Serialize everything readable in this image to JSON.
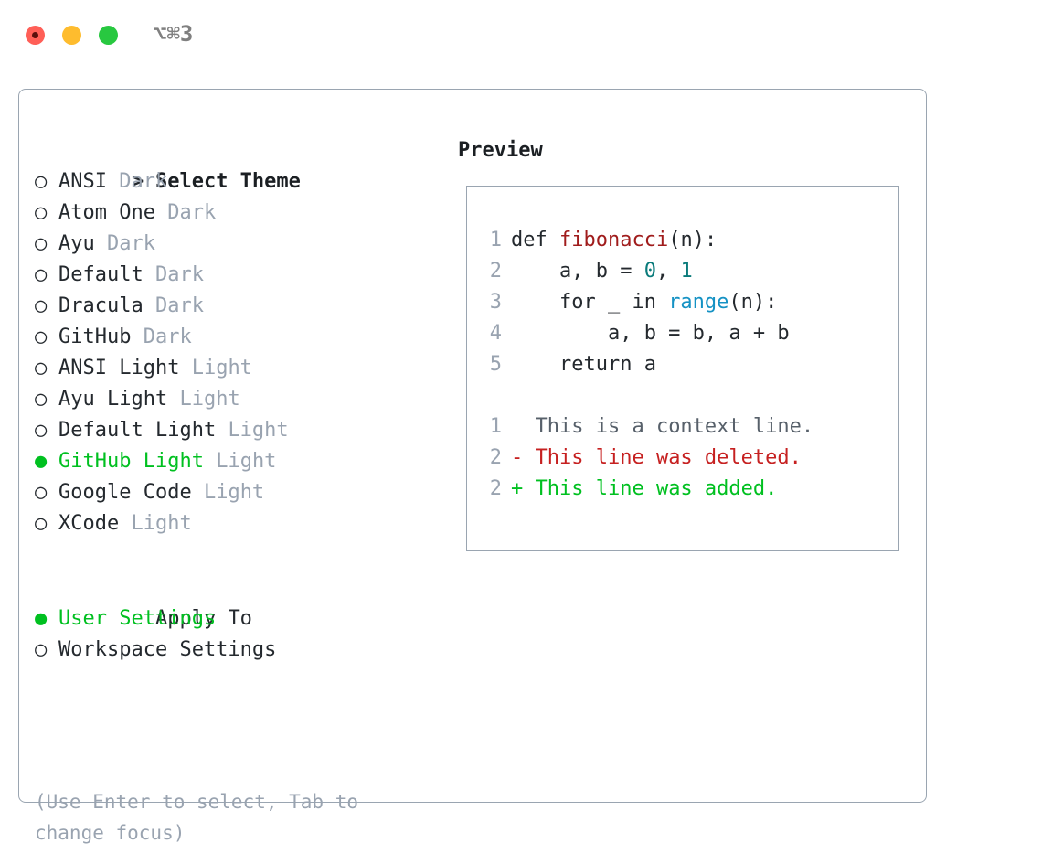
{
  "titlebar": {
    "shortcut": "⌥⌘3",
    "buttons": {
      "close": "close",
      "minimize": "minimize",
      "maximize": "maximize"
    }
  },
  "colors": {
    "accent_green": "#00c020",
    "muted": "#99a3b0",
    "text": "#24292e",
    "border": "#9aa5b1",
    "diff_add": "#00c020",
    "diff_del": "#c62020",
    "syntax_function": "#a01c1c",
    "syntax_number": "#0a7b7b",
    "syntax_call": "#1592c4",
    "traffic_close": "#ff5f57",
    "traffic_min": "#febc2e",
    "traffic_max": "#28c840"
  },
  "theme_list": {
    "heading_marker": ">",
    "heading": "Select Theme",
    "items": [
      {
        "marker": "○",
        "name": "ANSI",
        "variant": "Dark",
        "selected": false
      },
      {
        "marker": "○",
        "name": "Atom One",
        "variant": "Dark",
        "selected": false
      },
      {
        "marker": "○",
        "name": "Ayu",
        "variant": "Dark",
        "selected": false
      },
      {
        "marker": "○",
        "name": "Default",
        "variant": "Dark",
        "selected": false
      },
      {
        "marker": "○",
        "name": "Dracula",
        "variant": "Dark",
        "selected": false
      },
      {
        "marker": "○",
        "name": "GitHub",
        "variant": "Dark",
        "selected": false
      },
      {
        "marker": "○",
        "name": "ANSI Light",
        "variant": "Light",
        "selected": false
      },
      {
        "marker": "○",
        "name": "Ayu Light",
        "variant": "Light",
        "selected": false
      },
      {
        "marker": "○",
        "name": "Default Light",
        "variant": "Light",
        "selected": false
      },
      {
        "marker": "●",
        "name": "GitHub Light",
        "variant": "Light",
        "selected": true
      },
      {
        "marker": "○",
        "name": "Google Code",
        "variant": "Light",
        "selected": false
      },
      {
        "marker": "○",
        "name": "XCode",
        "variant": "Light",
        "selected": false
      }
    ]
  },
  "apply_to": {
    "heading": "Apply To",
    "items": [
      {
        "marker": "●",
        "label": "User Settings",
        "selected": true
      },
      {
        "marker": "○",
        "label": "Workspace Settings",
        "selected": false
      }
    ]
  },
  "hint": "(Use Enter to select, Tab to change focus)",
  "preview": {
    "label": "Preview",
    "code_lines": [
      {
        "number": "1",
        "tokens": [
          {
            "text": "def ",
            "type": "plain"
          },
          {
            "text": "fibonacci",
            "type": "func"
          },
          {
            "text": "(n):",
            "type": "plain"
          }
        ]
      },
      {
        "number": "2",
        "tokens": [
          {
            "text": "    a, b = ",
            "type": "plain"
          },
          {
            "text": "0",
            "type": "num"
          },
          {
            "text": ", ",
            "type": "plain"
          },
          {
            "text": "1",
            "type": "num"
          }
        ]
      },
      {
        "number": "3",
        "tokens": [
          {
            "text": "    for _ in ",
            "type": "plain"
          },
          {
            "text": "range",
            "type": "call"
          },
          {
            "text": "(n):",
            "type": "plain"
          }
        ]
      },
      {
        "number": "4",
        "tokens": [
          {
            "text": "        a, b = b, a + b",
            "type": "plain"
          }
        ]
      },
      {
        "number": "5",
        "tokens": [
          {
            "text": "    return a",
            "type": "plain"
          }
        ]
      }
    ],
    "diff_lines": [
      {
        "number": "1",
        "sign": " ",
        "text": " This is a context line.",
        "kind": "context"
      },
      {
        "number": "2",
        "sign": "-",
        "text": " This line was deleted.",
        "kind": "del"
      },
      {
        "number": "2",
        "sign": "+",
        "text": " This line was added.",
        "kind": "add"
      }
    ]
  }
}
